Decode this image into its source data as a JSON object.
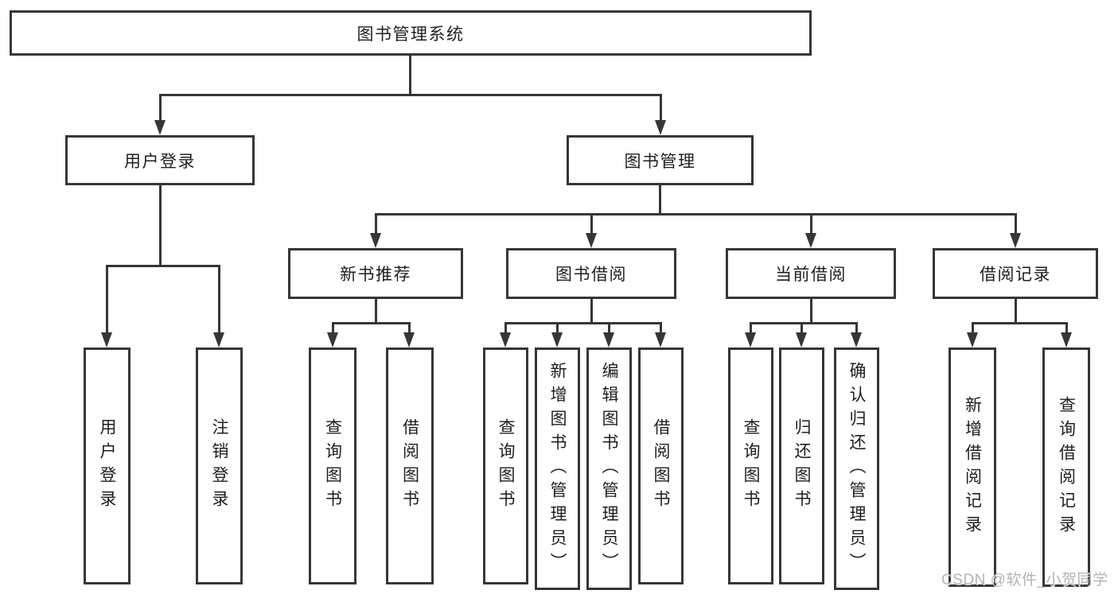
{
  "diagram_title": "图书管理系统",
  "nodes": {
    "root": "图书管理系统",
    "user_login": "用户登录",
    "book_management": "图书管理",
    "new_book_recommend": "新书推荐",
    "book_borrowing": "图书借阅",
    "current_borrowing": "当前借阅",
    "borrowing_records": "借阅记录",
    "leaf_user_login": "用户登录",
    "leaf_logout": "注销登录",
    "leaf_nb_query_book": "查询图书",
    "leaf_nb_borrow_book": "借阅图书",
    "leaf_bb_query_book": "查询图书",
    "leaf_bb_add_book": "新增图书（管理员）",
    "leaf_bb_edit_book": "编辑图书（管理员）",
    "leaf_bb_borrow_book": "借阅图书",
    "leaf_cb_query_book": "查询图书",
    "leaf_cb_return_book": "归还图书",
    "leaf_cb_confirm_return": "确认归还（管理员）",
    "leaf_br_add_record": "新增借阅记录",
    "leaf_br_query_record": "查询借阅记录"
  },
  "edges": [
    [
      "图书管理系统",
      "用户登录"
    ],
    [
      "图书管理系统",
      "图书管理"
    ],
    [
      "用户登录",
      "用户登录"
    ],
    [
      "用户登录",
      "注销登录"
    ],
    [
      "图书管理",
      "新书推荐"
    ],
    [
      "图书管理",
      "图书借阅"
    ],
    [
      "图书管理",
      "当前借阅"
    ],
    [
      "图书管理",
      "借阅记录"
    ],
    [
      "新书推荐",
      "查询图书"
    ],
    [
      "新书推荐",
      "借阅图书"
    ],
    [
      "图书借阅",
      "查询图书"
    ],
    [
      "图书借阅",
      "新增图书（管理员）"
    ],
    [
      "图书借阅",
      "编辑图书（管理员）"
    ],
    [
      "图书借阅",
      "借阅图书"
    ],
    [
      "当前借阅",
      "查询图书"
    ],
    [
      "当前借阅",
      "归还图书"
    ],
    [
      "当前借阅",
      "确认归还（管理员）"
    ],
    [
      "借阅记录",
      "新增借阅记录"
    ],
    [
      "借阅记录",
      "查询借阅记录"
    ]
  ],
  "watermark": "CSDN @软件_小贺同学",
  "colors": {
    "line": "#363636",
    "text": "#1e1e1e",
    "box_background": "#ffffff",
    "page_background": "#ffffff",
    "watermark": "#b3b3b3"
  }
}
